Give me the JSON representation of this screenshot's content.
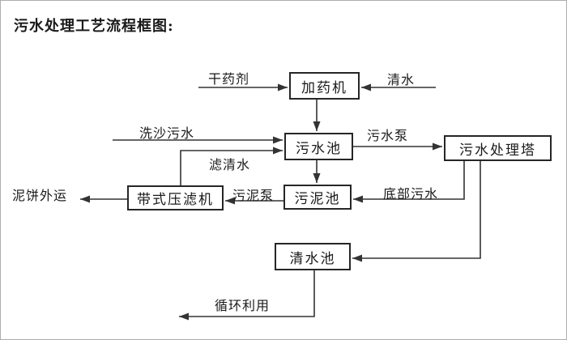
{
  "title": "污水处理工艺流程框图:",
  "theme": {
    "background": "#ffffff",
    "line_color": "#333333",
    "box_border": "#262626",
    "text_color": "#1a1a1a"
  },
  "boxes": [
    {
      "id": "dosing-machine",
      "label": "加药机"
    },
    {
      "id": "sewage-pool",
      "label": "污水池"
    },
    {
      "id": "sewage-treatment-tower",
      "label": "污水处理塔"
    },
    {
      "id": "sludge-pool",
      "label": "污泥池"
    },
    {
      "id": "belt-filter-press",
      "label": "带式压滤机"
    },
    {
      "id": "clean-water-pool",
      "label": "清水池"
    }
  ],
  "flow_labels": [
    {
      "id": "dry-agent",
      "text": "干药剂"
    },
    {
      "id": "clean-water",
      "text": "清水"
    },
    {
      "id": "sand-washing-sewage",
      "text": "洗沙污水"
    },
    {
      "id": "sewage-pump",
      "text": "污水泵"
    },
    {
      "id": "filtered-water",
      "text": "滤清水"
    },
    {
      "id": "sludge-pump",
      "text": "污泥泵"
    },
    {
      "id": "bottom-sewage",
      "text": "底部污水"
    },
    {
      "id": "mud-cake-outbound",
      "text": "泥饼外运"
    },
    {
      "id": "recycle-reuse",
      "text": "循环利用"
    }
  ]
}
